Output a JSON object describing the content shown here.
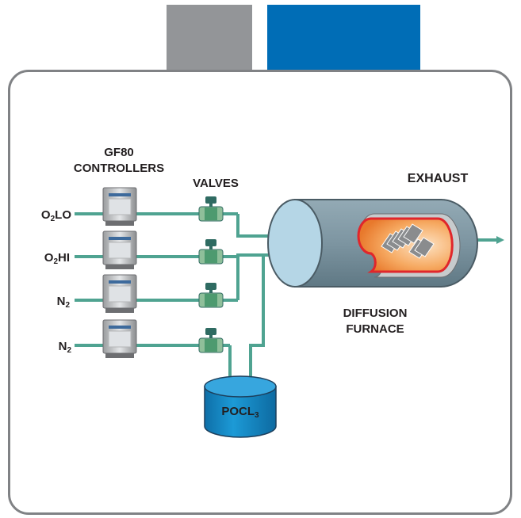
{
  "labels": {
    "controllers_line1": "GF80",
    "controllers_line2": "CONTROLLERS",
    "valves": "VALVES",
    "exhaust": "EXHAUST",
    "furnace_line1": "DIFFUSION",
    "furnace_line2": "FURNACE"
  },
  "gas_lines": [
    {
      "main": "O",
      "sub": "2",
      "rest": "LO"
    },
    {
      "main": "O",
      "sub": "2",
      "rest": "HI"
    },
    {
      "main": "N",
      "sub": "2",
      "rest": ""
    },
    {
      "main": "N",
      "sub": "2",
      "rest": ""
    }
  ],
  "source": {
    "main": "POCL",
    "sub": "3"
  },
  "colors": {
    "pipe": "#4fa391",
    "tab_gray": "#939598",
    "tab_blue": "#006db6",
    "furnace_body": "#7f97a3",
    "furnace_cap": "#b5d6e6",
    "tank": "#1a95d1",
    "heater_red": "#e0262b"
  },
  "icons": [
    "mass-flow-controller-icon",
    "valve-icon",
    "arrow-icon",
    "wafer-icon"
  ]
}
